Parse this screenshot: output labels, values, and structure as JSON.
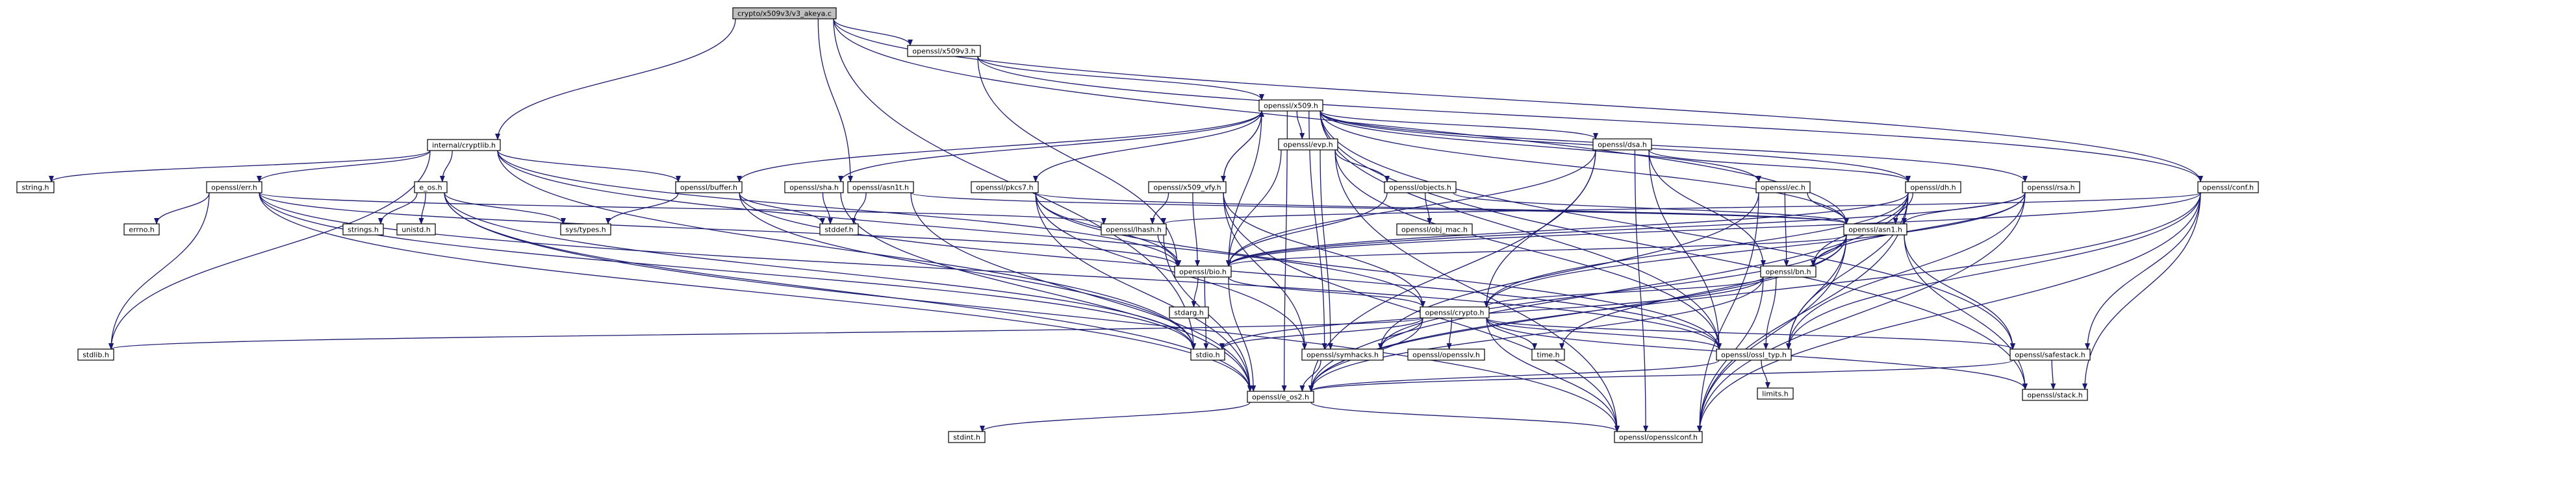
{
  "nodes": [
    {
      "id": "root",
      "label": "crypto/x509v3/v3_akeya.c",
      "style": "root"
    },
    {
      "id": "x509v3",
      "label": "openssl/x509v3.h",
      "style": "box"
    },
    {
      "id": "cryptlib",
      "label": "internal/cryptlib.h",
      "style": "box"
    },
    {
      "id": "asn1t",
      "label": "openssl/asn1t.h",
      "style": "box"
    },
    {
      "id": "x509",
      "label": "openssl/x509.h",
      "style": "box"
    },
    {
      "id": "conf",
      "label": "openssl/conf.h",
      "style": "box"
    },
    {
      "id": "string",
      "label": "string.h",
      "style": "plain"
    },
    {
      "id": "err",
      "label": "openssl/err.h",
      "style": "box"
    },
    {
      "id": "eos",
      "label": "e_os.h",
      "style": "box"
    },
    {
      "id": "buffer",
      "label": "openssl/buffer.h",
      "style": "box"
    },
    {
      "id": "errno",
      "label": "errno.h",
      "style": "plain"
    },
    {
      "id": "strings",
      "label": "strings.h",
      "style": "plain"
    },
    {
      "id": "unistd",
      "label": "unistd.h",
      "style": "plain"
    },
    {
      "id": "systypes",
      "label": "sys/types.h",
      "style": "plain"
    },
    {
      "id": "stddef",
      "label": "stddef.h",
      "style": "plain"
    },
    {
      "id": "sha",
      "label": "openssl/sha.h",
      "style": "box"
    },
    {
      "id": "pkcs7",
      "label": "openssl/pkcs7.h",
      "style": "box"
    },
    {
      "id": "x509vfy",
      "label": "openssl/x509_vfy.h",
      "style": "box"
    },
    {
      "id": "evp",
      "label": "openssl/evp.h",
      "style": "box"
    },
    {
      "id": "objects",
      "label": "openssl/objects.h",
      "style": "box"
    },
    {
      "id": "objmac",
      "label": "openssl/obj_mac.h",
      "style": "box"
    },
    {
      "id": "dsa",
      "label": "openssl/dsa.h",
      "style": "box"
    },
    {
      "id": "ec",
      "label": "openssl/ec.h",
      "style": "box"
    },
    {
      "id": "dh",
      "label": "openssl/dh.h",
      "style": "box"
    },
    {
      "id": "rsa",
      "label": "openssl/rsa.h",
      "style": "box"
    },
    {
      "id": "lhash",
      "label": "openssl/lhash.h",
      "style": "box"
    },
    {
      "id": "asn1",
      "label": "openssl/asn1.h",
      "style": "box"
    },
    {
      "id": "bio",
      "label": "openssl/bio.h",
      "style": "box"
    },
    {
      "id": "bn",
      "label": "openssl/bn.h",
      "style": "box"
    },
    {
      "id": "stdarg",
      "label": "stdarg.h",
      "style": "plain"
    },
    {
      "id": "crypto",
      "label": "openssl/crypto.h",
      "style": "box"
    },
    {
      "id": "stdlib",
      "label": "stdlib.h",
      "style": "plain"
    },
    {
      "id": "stdio",
      "label": "stdio.h",
      "style": "plain"
    },
    {
      "id": "symhacks",
      "label": "openssl/symhacks.h",
      "style": "box"
    },
    {
      "id": "opensslv",
      "label": "openssl/opensslv.h",
      "style": "box"
    },
    {
      "id": "time",
      "label": "time.h",
      "style": "plain"
    },
    {
      "id": "ossltyp",
      "label": "openssl/ossl_typ.h",
      "style": "box"
    },
    {
      "id": "safestack",
      "label": "openssl/safestack.h",
      "style": "box"
    },
    {
      "id": "limits",
      "label": "limits.h",
      "style": "plain"
    },
    {
      "id": "stack",
      "label": "openssl/stack.h",
      "style": "box"
    },
    {
      "id": "eos2",
      "label": "openssl/e_os2.h",
      "style": "box"
    },
    {
      "id": "stdint",
      "label": "stdint.h",
      "style": "plain"
    },
    {
      "id": "opensslconf",
      "label": "openssl/opensslconf.h",
      "style": "box"
    }
  ],
  "edges": [
    [
      "root",
      "x509v3"
    ],
    [
      "root",
      "cryptlib"
    ],
    [
      "root",
      "asn1t"
    ],
    [
      "root",
      "conf"
    ],
    [
      "root",
      "asn1"
    ],
    [
      "root",
      "stdio"
    ],
    [
      "x509v3",
      "bio"
    ],
    [
      "x509v3",
      "x509"
    ],
    [
      "x509v3",
      "conf"
    ],
    [
      "cryptlib",
      "string"
    ],
    [
      "cryptlib",
      "err"
    ],
    [
      "cryptlib",
      "eos"
    ],
    [
      "cryptlib",
      "buffer"
    ],
    [
      "cryptlib",
      "stdlib"
    ],
    [
      "cryptlib",
      "bio"
    ],
    [
      "cryptlib",
      "crypto"
    ],
    [
      "cryptlib",
      "stdio"
    ],
    [
      "asn1t",
      "stddef"
    ],
    [
      "asn1t",
      "asn1"
    ],
    [
      "asn1t",
      "eos2"
    ],
    [
      "x509",
      "eos2"
    ],
    [
      "x509",
      "ossltyp"
    ],
    [
      "x509",
      "symhacks"
    ],
    [
      "x509",
      "buffer"
    ],
    [
      "x509",
      "evp"
    ],
    [
      "x509",
      "bio"
    ],
    [
      "x509",
      "stack"
    ],
    [
      "x509",
      "asn1"
    ],
    [
      "x509",
      "safestack"
    ],
    [
      "x509",
      "ec"
    ],
    [
      "x509",
      "dsa"
    ],
    [
      "x509",
      "dh"
    ],
    [
      "x509",
      "rsa"
    ],
    [
      "x509",
      "sha"
    ],
    [
      "x509",
      "x509vfy"
    ],
    [
      "x509",
      "pkcs7"
    ],
    [
      "conf",
      "bio"
    ],
    [
      "conf",
      "lhash"
    ],
    [
      "conf",
      "safestack"
    ],
    [
      "conf",
      "stack"
    ],
    [
      "conf",
      "eos2"
    ],
    [
      "conf",
      "ossltyp"
    ],
    [
      "conf",
      "opensslconf"
    ],
    [
      "err",
      "stdio"
    ],
    [
      "err",
      "stdlib"
    ],
    [
      "err",
      "errno"
    ],
    [
      "err",
      "eos2"
    ],
    [
      "err",
      "ossltyp"
    ],
    [
      "err",
      "bio"
    ],
    [
      "err",
      "lhash"
    ],
    [
      "eos",
      "strings"
    ],
    [
      "eos",
      "unistd"
    ],
    [
      "eos",
      "systypes"
    ],
    [
      "eos",
      "stdio"
    ],
    [
      "eos",
      "eos2"
    ],
    [
      "eos",
      "opensslconf"
    ],
    [
      "buffer",
      "stddef"
    ],
    [
      "buffer",
      "systypes"
    ],
    [
      "buffer",
      "ossltyp"
    ],
    [
      "buffer",
      "stdio"
    ],
    [
      "sha",
      "eos2"
    ],
    [
      "sha",
      "stddef"
    ],
    [
      "pkcs7",
      "asn1"
    ],
    [
      "pkcs7",
      "bio"
    ],
    [
      "pkcs7",
      "eos2"
    ],
    [
      "pkcs7",
      "symhacks"
    ],
    [
      "pkcs7",
      "ossltyp"
    ],
    [
      "x509vfy",
      "lhash"
    ],
    [
      "x509vfy",
      "bio"
    ],
    [
      "x509vfy",
      "crypto"
    ],
    [
      "x509vfy",
      "symhacks"
    ],
    [
      "x509vfy",
      "x509"
    ],
    [
      "x509vfy",
      "opensslconf"
    ],
    [
      "evp",
      "opensslconf"
    ],
    [
      "evp",
      "ossltyp"
    ],
    [
      "evp",
      "symhacks"
    ],
    [
      "evp",
      "bio"
    ],
    [
      "evp",
      "objects"
    ],
    [
      "objects",
      "objmac"
    ],
    [
      "objects",
      "bio"
    ],
    [
      "objects",
      "asn1"
    ],
    [
      "dsa",
      "eos2"
    ],
    [
      "dsa",
      "bio"
    ],
    [
      "dsa",
      "crypto"
    ],
    [
      "dsa",
      "ossltyp"
    ],
    [
      "dsa",
      "opensslconf"
    ],
    [
      "dsa",
      "bn"
    ],
    [
      "dsa",
      "dh"
    ],
    [
      "ec",
      "asn1"
    ],
    [
      "ec",
      "symhacks"
    ],
    [
      "ec",
      "bn"
    ],
    [
      "ec",
      "opensslconf"
    ],
    [
      "dh",
      "eos2"
    ],
    [
      "dh",
      "bio"
    ],
    [
      "dh",
      "asn1"
    ],
    [
      "dh",
      "ossltyp"
    ],
    [
      "dh",
      "bn"
    ],
    [
      "dh",
      "crypto"
    ],
    [
      "dh",
      "opensslconf"
    ],
    [
      "rsa",
      "asn1"
    ],
    [
      "rsa",
      "bio"
    ],
    [
      "rsa",
      "crypto"
    ],
    [
      "rsa",
      "ossltyp"
    ],
    [
      "rsa",
      "bn"
    ],
    [
      "rsa",
      "opensslconf"
    ],
    [
      "lhash",
      "eos2"
    ],
    [
      "lhash",
      "bio"
    ],
    [
      "asn1",
      "time"
    ],
    [
      "asn1",
      "eos2"
    ],
    [
      "asn1",
      "bio"
    ],
    [
      "asn1",
      "stack"
    ],
    [
      "asn1",
      "safestack"
    ],
    [
      "asn1",
      "ossltyp"
    ],
    [
      "asn1",
      "symhacks"
    ],
    [
      "asn1",
      "bn"
    ],
    [
      "asn1",
      "opensslconf"
    ],
    [
      "bio",
      "eos2"
    ],
    [
      "bio",
      "stdio"
    ],
    [
      "bio",
      "stdarg"
    ],
    [
      "bio",
      "crypto"
    ],
    [
      "bn",
      "eos2"
    ],
    [
      "bn",
      "stdio"
    ],
    [
      "bn",
      "ossltyp"
    ],
    [
      "bn",
      "crypto"
    ],
    [
      "bn",
      "opensslconf"
    ],
    [
      "crypto",
      "stdlib"
    ],
    [
      "crypto",
      "eos2"
    ],
    [
      "crypto",
      "symhacks"
    ],
    [
      "crypto",
      "time"
    ],
    [
      "crypto",
      "stack"
    ],
    [
      "crypto",
      "safestack"
    ],
    [
      "crypto",
      "opensslv"
    ],
    [
      "crypto",
      "ossltyp"
    ],
    [
      "crypto",
      "opensslconf"
    ],
    [
      "crypto",
      "stdio"
    ],
    [
      "ossltyp",
      "eos2"
    ],
    [
      "ossltyp",
      "limits"
    ],
    [
      "safestack",
      "stack"
    ],
    [
      "safestack",
      "eos2"
    ],
    [
      "symhacks",
      "eos2"
    ],
    [
      "eos2",
      "stdint"
    ],
    [
      "eos2",
      "opensslconf"
    ]
  ]
}
